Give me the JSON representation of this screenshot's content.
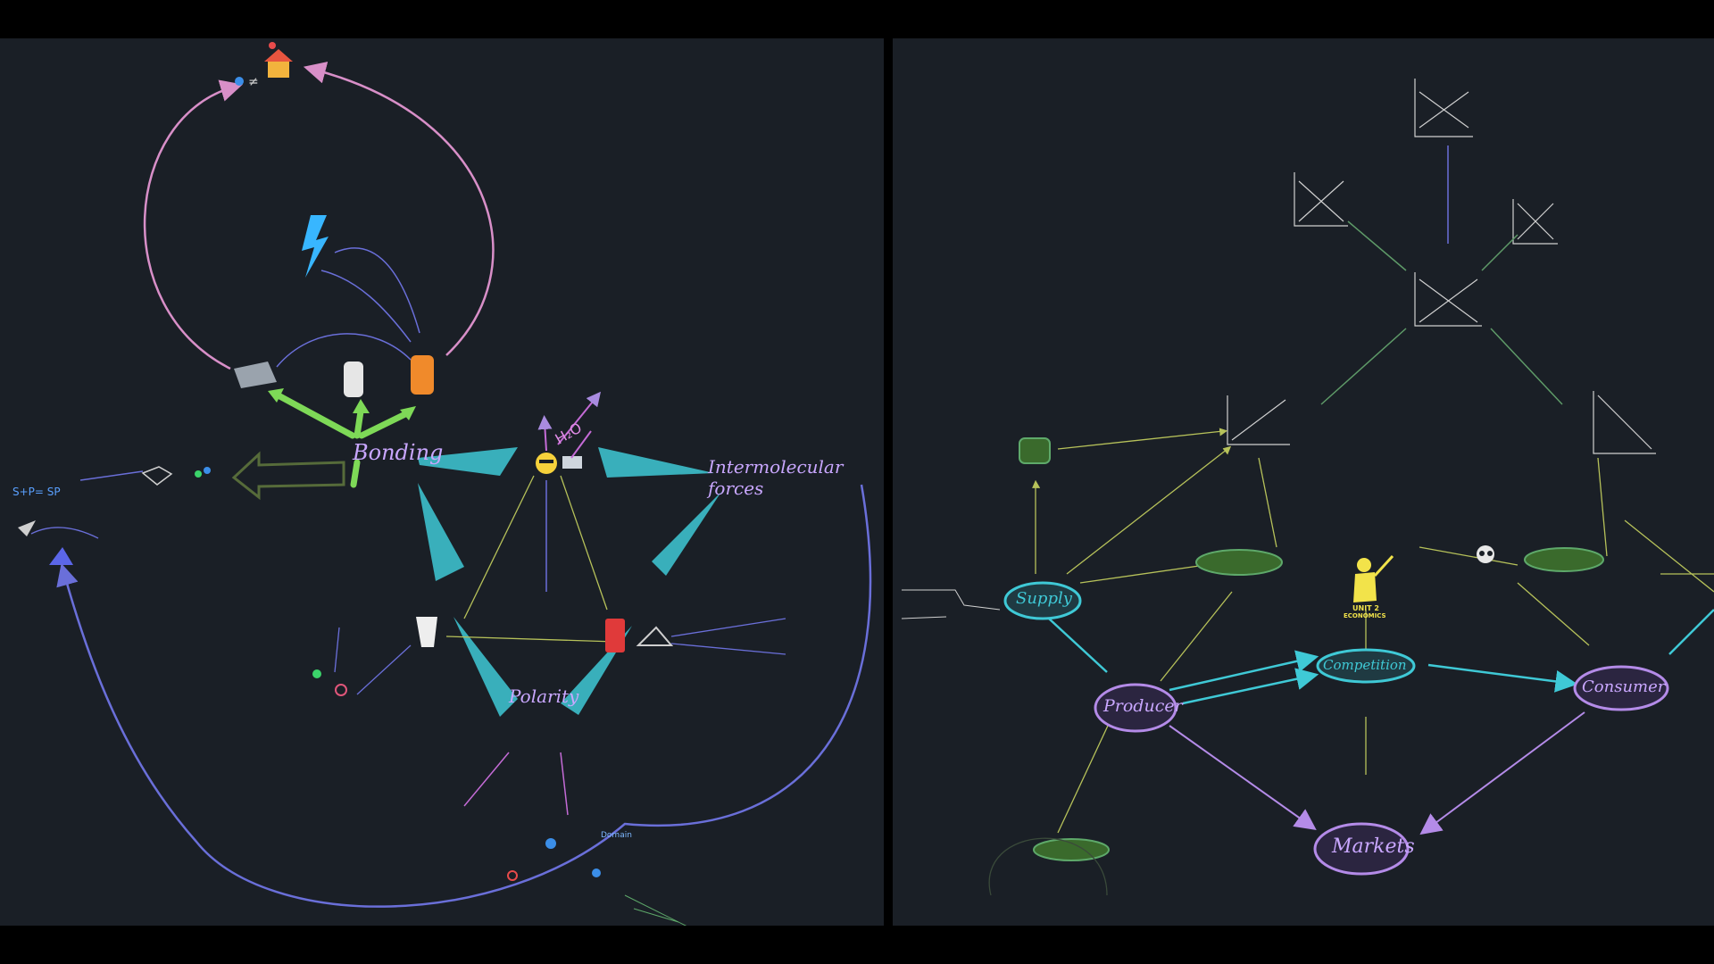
{
  "left_canvas": {
    "nodes": {
      "bonding": "Bonding",
      "intermolecular_forces": "Intermolecular forces",
      "polarity": "Polarity",
      "h2o": "H₂O",
      "sps_sp": "S+P= SP",
      "domain": "Domain"
    }
  },
  "right_canvas": {
    "nodes": {
      "supply": "Supply",
      "producer": "Producer",
      "competition": "Competition",
      "consumer": "Consumer",
      "markets": "Markets",
      "unit_label": "UNIT 2",
      "unit_subject": "ECONOMICS"
    }
  },
  "colors": {
    "canvas_bg": "#1a1f26",
    "purple_node": "#c9a7ff",
    "teal_node": "#3fc9d6",
    "green_arrow": "#7ed957",
    "pink_line": "#d88fc8",
    "blue_line": "#6a6fd9",
    "olive_line": "#b7c25a"
  }
}
